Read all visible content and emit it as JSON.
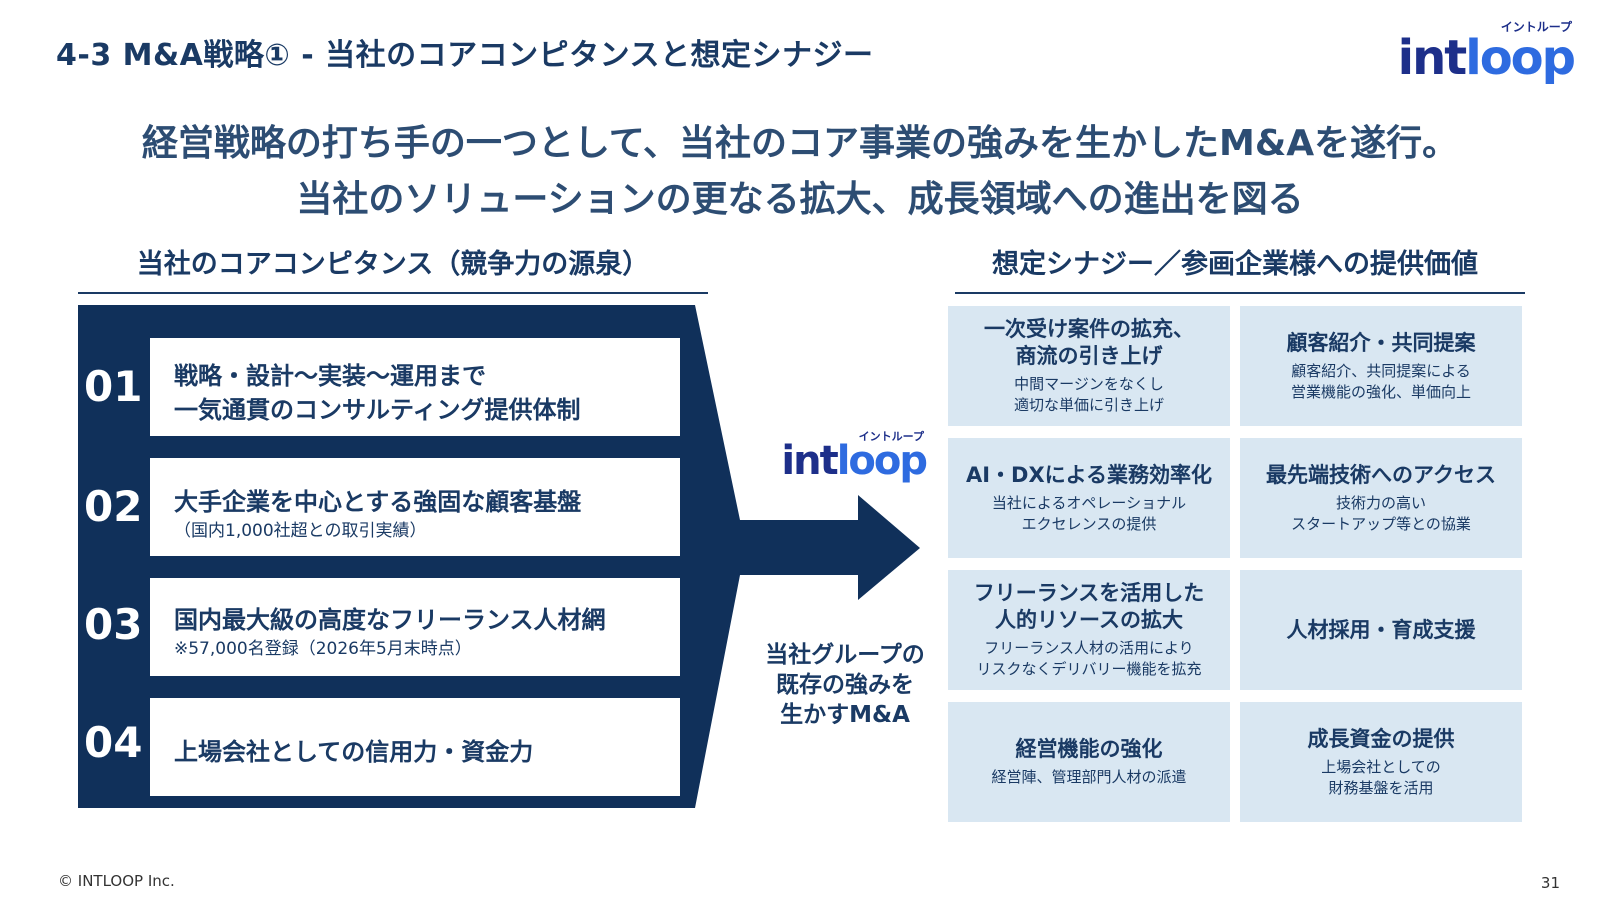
{
  "header": {
    "title": "4-3  M&A戦略① - 当社のコアコンピタンスと想定シナジー",
    "logo_kana": "イントループ",
    "logo_int": "int",
    "logo_loop": "loop"
  },
  "headline": {
    "line1": "経営戦略の打ち手の一つとして、当社のコア事業の強みを生かしたM&Aを遂行。",
    "line2": "当社のソリューションの更なる拡大、成長領域への進出を図る"
  },
  "left_section": {
    "heading": "当社のコアコンピタンス（競争力の源泉）",
    "items": [
      {
        "num": "01",
        "main1": "戦略・設計～実装～運用まで",
        "main2": "一気通貫のコンサルティング提供体制",
        "sub": ""
      },
      {
        "num": "02",
        "main1": "大手企業を中心とする強固な顧客基盤",
        "main2": "",
        "sub": "（国内1,000社超との取引実績）"
      },
      {
        "num": "03",
        "main1": "国内最大級の高度なフリーランス人材網",
        "main2": "",
        "sub": "※57,000名登録（2026年5月末時点）"
      },
      {
        "num": "04",
        "main1": "上場会社としての信用力・資金力",
        "main2": "",
        "sub": ""
      }
    ]
  },
  "center": {
    "logo_kana": "イントループ",
    "logo_int": "int",
    "logo_loop": "loop",
    "text_l1": "当社グループの",
    "text_l2": "既存の強みを",
    "text_l3": "生かすM&A"
  },
  "right_section": {
    "heading": "想定シナジー／参画企業様への提供価値",
    "cells": [
      {
        "t1": "一次受け案件の拡充、",
        "t2": "商流の引き上げ",
        "s1": "中間マージンをなくし",
        "s2": "適切な単価に引き上げ"
      },
      {
        "t1": "顧客紹介・共同提案",
        "t2": "",
        "s1": "顧客紹介、共同提案による",
        "s2": "営業機能の強化、単価向上"
      },
      {
        "t1": "AI・DXによる業務効率化",
        "t2": "",
        "s1": "当社によるオペレーショナル",
        "s2": "エクセレンスの提供"
      },
      {
        "t1": "最先端技術へのアクセス",
        "t2": "",
        "s1": "技術力の高い",
        "s2": "スタートアップ等との協業"
      },
      {
        "t1": "フリーランスを活用した",
        "t2": "人的リソースの拡大",
        "s1": "フリーランス人材の活用により",
        "s2": "リスクなくデリバリー機能を拡充"
      },
      {
        "t1": "人材採用・育成支援",
        "t2": "",
        "s1": "",
        "s2": ""
      },
      {
        "t1": "経営機能の強化",
        "t2": "",
        "s1": "経営陣、管理部門人材の派遣",
        "s2": ""
      },
      {
        "t1": "成長資金の提供",
        "t2": "",
        "s1": "上場会社としての",
        "s2": "財務基盤を活用"
      }
    ]
  },
  "footer": {
    "copyright": "© INTLOOP  Inc.",
    "page": "31"
  },
  "colors": {
    "navy": "#10305a",
    "cell_bg": "#d9e7f2",
    "logo_dark": "#1d2f8a",
    "logo_light": "#2e6be0"
  }
}
